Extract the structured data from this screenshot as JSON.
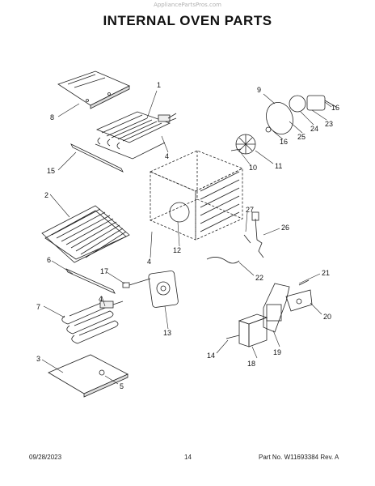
{
  "watermark": "AppliancePartsPros.com",
  "title": "INTERNAL OVEN PARTS",
  "callouts": [
    "1",
    "2",
    "3",
    "4",
    "5",
    "6",
    "7",
    "8",
    "9",
    "10",
    "11",
    "12",
    "13",
    "14",
    "15",
    "16",
    "17",
    "18",
    "19",
    "20",
    "21",
    "22",
    "23",
    "24",
    "25",
    "26",
    "27"
  ],
  "footer": {
    "date": "09/28/2023",
    "page": "14",
    "part": "Part No. W11693384  Rev. A"
  }
}
